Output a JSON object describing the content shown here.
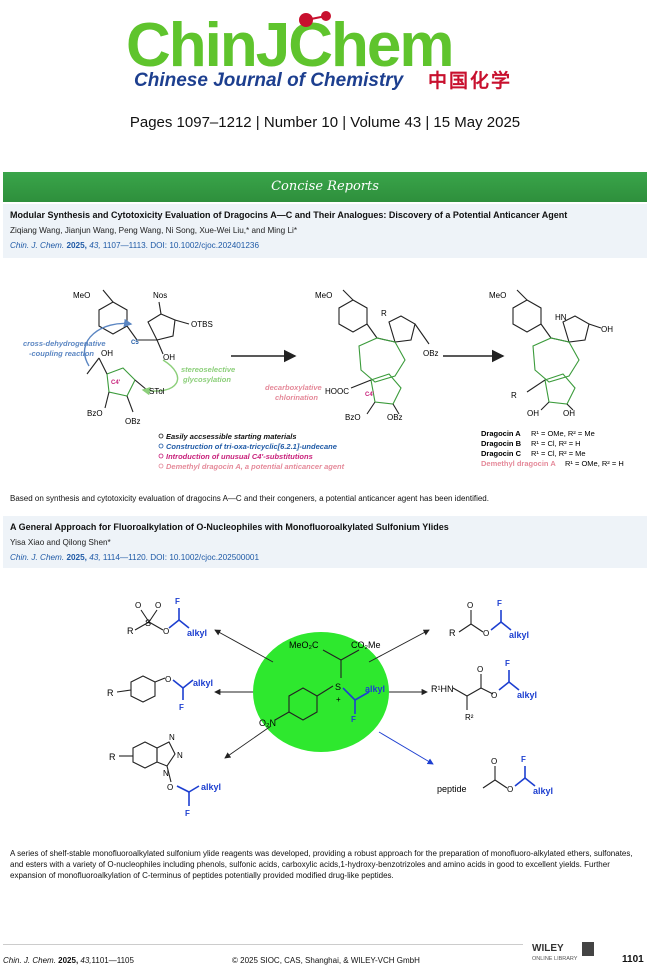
{
  "journal": {
    "logo_text": "ChinJChem",
    "subtitle": "Chinese Journal of Chemistry",
    "subtitle_cn": "中国化学",
    "pages_line": "Pages 1097–1212 | Number 10 | Volume 43 | 15 May 2025",
    "brand_green": "#5fc42d",
    "brand_blue": "#1d3f8f"
  },
  "section": {
    "title": "Concise Reports"
  },
  "article1": {
    "title": "Modular Synthesis and Cytotoxicity Evaluation of Dragocins A—C and Their Analogues: Discovery of a Potential Anticancer Agent",
    "authors": "Ziqiang Wang, Jianjun Wang, Peng Wang, Ni Song, Xue-Wei Liu,* and Ming Li*",
    "cite_journal": "Chin. J. Chem.",
    "cite_year": "2025,",
    "cite_vol": "43,",
    "cite_rest": "1107—1113. DOI: 10.1002/cjoc.202401236",
    "summary": "Based on synthesis and cytotoxicity evaluation of dragocins A—C and their congeners, a potential anticancer agent has been identified.",
    "scheme": {
      "label_cdc1": "cross-dehydrogenative",
      "label_cdc2": "-coupling reaction",
      "label_stereo1": "stereoselective",
      "label_stereo2": "glycosylation",
      "label_decarb1": "decarboxylative",
      "label_decarb2": "chlorination",
      "meo": "MeO",
      "nos": "Nos",
      "otbs": "OTBS",
      "oh": "OH",
      "stol": "STol",
      "bzo": "BzO",
      "obz": "OBz",
      "hooc": "HOOC",
      "r2": "R",
      "r1": "R",
      "c5": "C5",
      "c4": "C4'",
      "hn": "HN",
      "bullets": [
        "Easily accsessible starting materials",
        "Construction of tri-oxa-tricyclic[6.2.1]-undecane",
        "Introduction of unusual C4'-substitutions",
        "Demethyl dragocin A, a potential anticancer agent"
      ],
      "compounds": [
        {
          "name": "Dragocin A",
          "desc": "R¹ = OMe, R² = Me"
        },
        {
          "name": "Dragocin B",
          "desc": "R¹ = Cl, R² = H"
        },
        {
          "name": "Dragocin C",
          "desc": "R¹ = Cl, R² = Me"
        },
        {
          "name": "Demethyl dragocin A",
          "desc": "R¹ = OMe, R² = H"
        }
      ]
    }
  },
  "article2": {
    "title": "A General Approach for Fluoroalkylation of O-Nucleophiles with Monofluoroalkylated Sulfonium Ylides",
    "authors": "Yisa Xiao and Qilong Shen*",
    "cite_journal": "Chin. J. Chem.",
    "cite_year": "2025,",
    "cite_vol": "43,",
    "cite_rest": "1114—1120. DOI: 10.1002/cjoc.202500001",
    "summary": "A series of shelf-stable monofluoroalkylated sulfonium ylide reagents was developed, providing a robust approach for the preparation of monofluoro-alkylated ethers, sulfonates, and esters with a variety of O-nucleophiles including phenols, sulfonic acids, carboxylic acids,1-hydroxy-benzotrizoles and amino acids in good to excellent yields. Further expansion of monofluoroalkylation of C-terminus of peptides potentially provided modified drug-like peptides.",
    "scheme": {
      "alkyl": "alkyl",
      "f": "F",
      "meo2c": "MeO₂C",
      "co2me": "CO₂Me",
      "s": "S",
      "plus": "+",
      "o2n": "O₂N",
      "r": "R",
      "o": "O",
      "r1hn": "R¹HN",
      "r2": "R²",
      "peptide": "peptide",
      "n": "N"
    }
  },
  "footer": {
    "journal": "Chin. J. Chem.",
    "year": "2025,",
    "vol": "43,",
    "pages": "1101—1105",
    "copyright": "© 2025 SIOC, CAS, Shanghai, & WILEY-VCH GmbH",
    "wiley": "WILEY",
    "wiley_sub": "ONLINE LIBRARY",
    "page_number": "1101"
  }
}
